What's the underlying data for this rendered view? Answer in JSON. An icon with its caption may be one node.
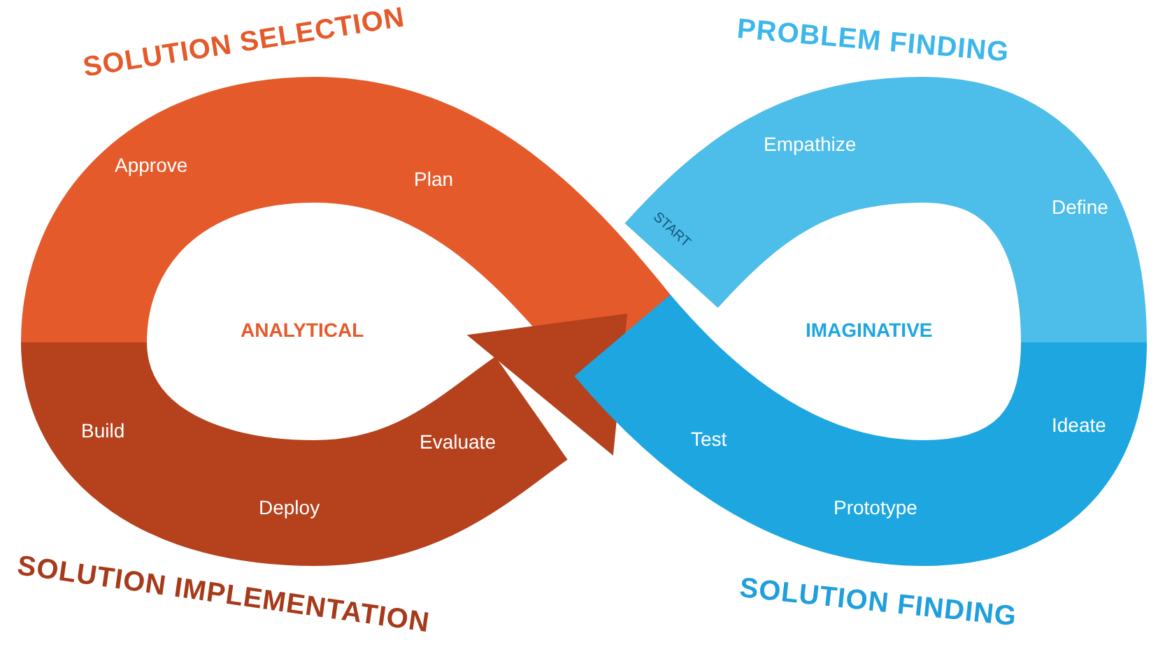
{
  "diagram": {
    "nodes": [
      {
        "text": [
          "SOLUTION SELECTION",
          "Approve",
          "Plan"
        ]
      },
      {
        "text": [
          "PROBLEM FINDING",
          "Empathize",
          "Define"
        ]
      },
      {
        "text": [
          "SOLUTION IMPLEMENTATION",
          "Build",
          "Evaluate",
          "Deploy"
        ]
      },
      {
        "text": [
          "SOLUTION FINDING",
          "Ideate",
          "Test",
          "Prototype"
        ]
      }
    ],
    "labels": [
      "START",
      "ANALYTICAL",
      "IMAGINATIVE"
    ]
  }
}
